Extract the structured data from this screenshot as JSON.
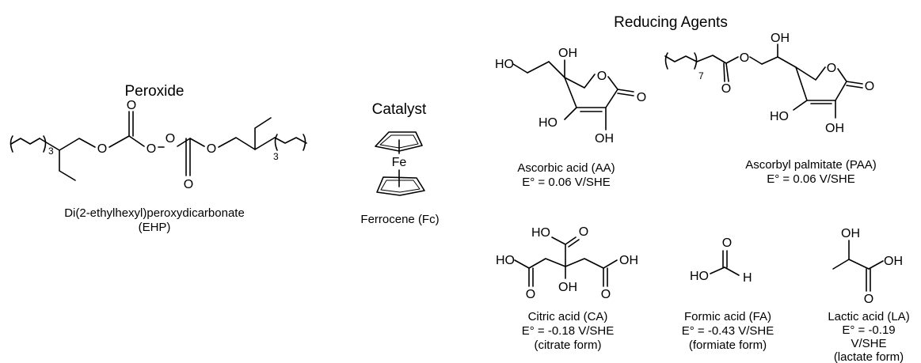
{
  "sections": {
    "peroxide": "Peroxide",
    "catalyst": "Catalyst",
    "reducing_agents": "Reducing Agents"
  },
  "compounds": {
    "ehp": {
      "name": "Di(2-ethylhexyl)peroxydicarbonate",
      "abbr": "(EHP)"
    },
    "fc": {
      "name": "Ferrocene (Fc)"
    },
    "aa": {
      "name": "Ascorbic acid (AA)",
      "potential": "E° = 0.06 V/SHE"
    },
    "paa": {
      "name": "Ascorbyl palmitate (PAA)",
      "potential": "E° = 0.06 V/SHE"
    },
    "ca": {
      "name": "Citric acid (CA)",
      "potential": "E° = -0.18 V/SHE",
      "form": "(citrate form)"
    },
    "fa": {
      "name": "Formic acid (FA)",
      "potential": "E° = -0.43 V/SHE",
      "form": "(formiate form)"
    },
    "la": {
      "name": "Lactic acid (LA)",
      "potential_1": "E° = -0.19",
      "potential_2": "V/SHE",
      "form": "(lactate form)"
    }
  },
  "atoms": {
    "O": "O",
    "OH": "OH",
    "HO": "HO",
    "H": "H",
    "Fe": "Fe",
    "n3": "3",
    "n7": "7"
  }
}
